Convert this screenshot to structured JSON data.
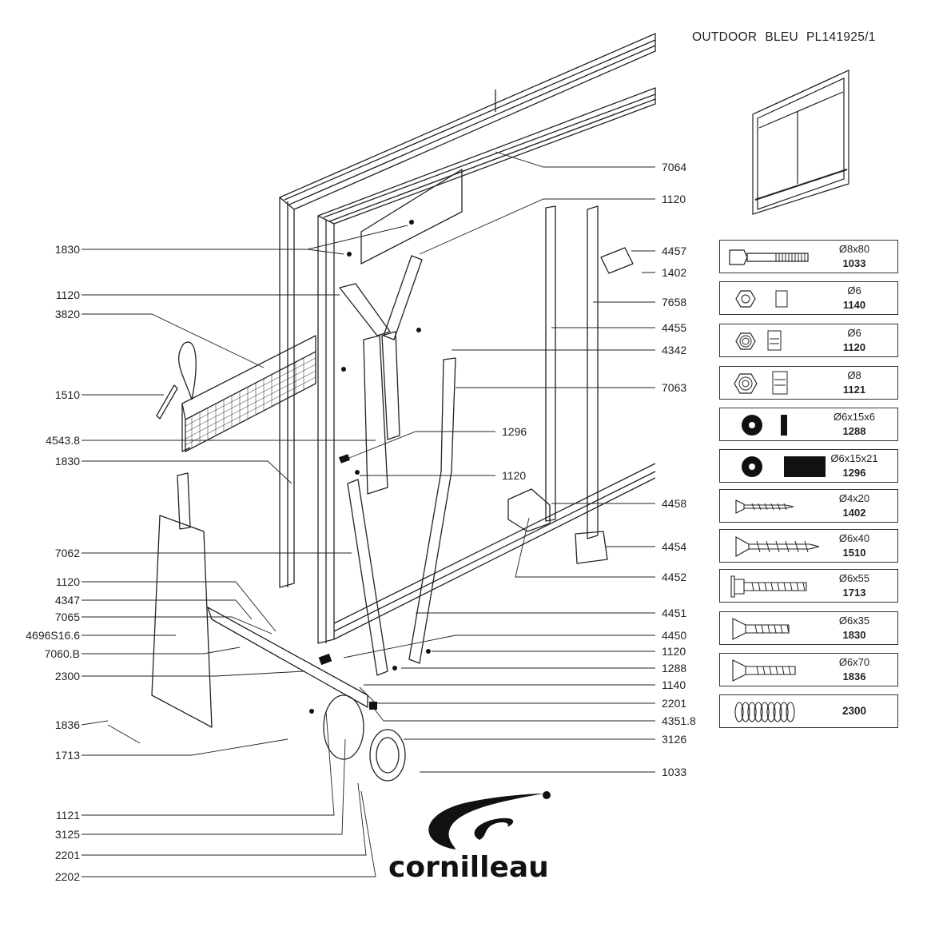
{
  "header": {
    "title_words": [
      "OUTDOOR",
      "BLEU",
      "PL141925/1"
    ]
  },
  "callouts_left": [
    "1830",
    "1120",
    "3820",
    "1510",
    "4543.8",
    "1830",
    "7062",
    "1120",
    "4347",
    "7065",
    "4696S16.6",
    "7060.B",
    "2300",
    "1836",
    "1713",
    "1121",
    "3125",
    "2201",
    "2202"
  ],
  "callouts_right": [
    "7064",
    "1120",
    "4457",
    "1402",
    "7658",
    "4455",
    "4342",
    "7063",
    "4458",
    "4454",
    "4452",
    "4451",
    "4450",
    "1120",
    "1288",
    "1140",
    "2201",
    "4351.8",
    "3126",
    "1033"
  ],
  "callouts_mid": [
    "1296",
    "1120"
  ],
  "hardware_legend": [
    {
      "dim": "Ø8x80",
      "ref": "1033",
      "icon": "hex-bolt-icon"
    },
    {
      "dim": "Ø6",
      "ref": "1140",
      "icon": "hex-nut-icon"
    },
    {
      "dim": "Ø6",
      "ref": "1120",
      "icon": "lock-nut-icon"
    },
    {
      "dim": "Ø8",
      "ref": "1121",
      "icon": "lock-nut-icon"
    },
    {
      "dim": "Ø6x15x6",
      "ref": "1288",
      "icon": "washer-icon"
    },
    {
      "dim": "Ø6x15x21",
      "ref": "1296",
      "icon": "spacer-icon"
    },
    {
      "dim": "Ø4x20",
      "ref": "1402",
      "icon": "wood-screw-icon"
    },
    {
      "dim": "Ø6x40",
      "ref": "1510",
      "icon": "wood-screw-icon"
    },
    {
      "dim": "Ø6x55",
      "ref": "1713",
      "icon": "flange-bolt-icon"
    },
    {
      "dim": "Ø6x35",
      "ref": "1830",
      "icon": "countersunk-screw-icon"
    },
    {
      "dim": "Ø6x70",
      "ref": "1836",
      "icon": "countersunk-screw-icon"
    },
    {
      "dim": "",
      "ref": "2300",
      "icon": "spring-icon"
    }
  ],
  "logo": {
    "text": "cornilleau"
  },
  "colors": {
    "ink": "#222222",
    "fill_dark": "#111111"
  }
}
